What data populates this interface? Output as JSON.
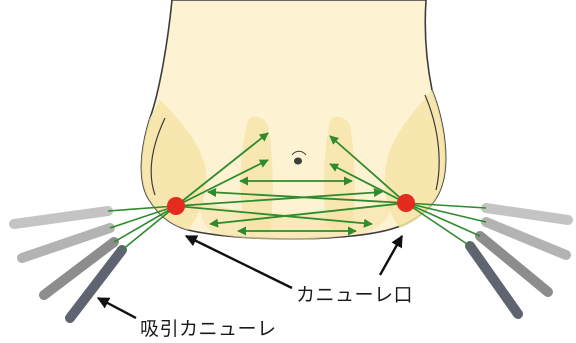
{
  "labels": {
    "port": "カニューレ口",
    "cannula": "吸引カニューレ"
  },
  "colors": {
    "skin": "#fdf3d3",
    "skin_shade": "#f6e3a6",
    "outline": "#3d3d3d",
    "vector_arrow": "#2e8b2e",
    "port_dot": "#e52b1e",
    "pointer_arrow": "#111111",
    "cannula_light": "#c4c4c4",
    "cannula_mid": "#9a9a9a",
    "cannula_dark": "#5f6470"
  },
  "icons": {
    "port_marker": "red-dot",
    "pointer": "black-arrow",
    "cannula": "gray-tube"
  }
}
